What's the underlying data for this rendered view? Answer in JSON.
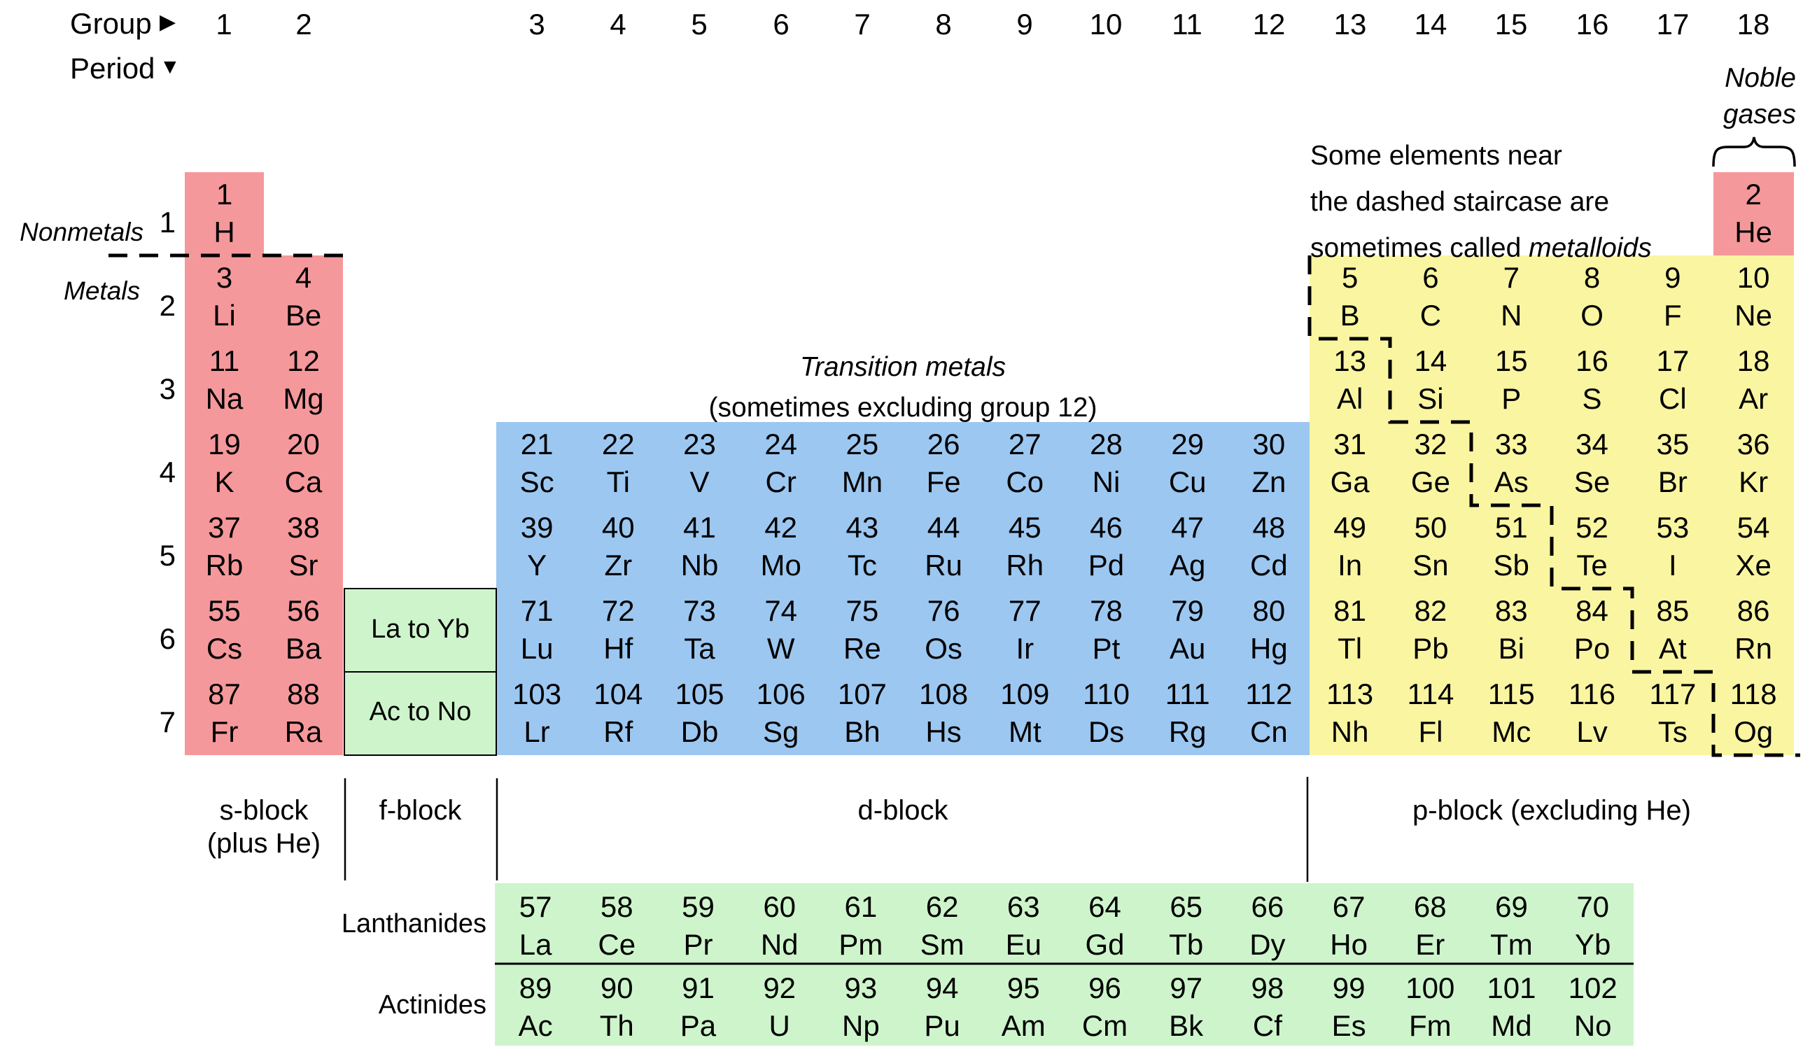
{
  "header": {
    "group_label": "Group",
    "group_arrow": "▶",
    "period_label": "Period",
    "period_arrow": "▼",
    "group_numbers": [
      "1",
      "2",
      "3",
      "4",
      "5",
      "6",
      "7",
      "8",
      "9",
      "10",
      "11",
      "12",
      "13",
      "14",
      "15",
      "16",
      "17",
      "18"
    ]
  },
  "period_numbers": [
    "1",
    "2",
    "3",
    "4",
    "5",
    "6",
    "7"
  ],
  "noble_gases": {
    "line1": "Noble",
    "line2": "gases"
  },
  "annotation": {
    "line1": "Some elements near",
    "line2": "the dashed staircase are",
    "line3_prefix": "sometimes called ",
    "line3_italic": "metalloids"
  },
  "side_labels": {
    "nonmetals": "Nonmetals",
    "metals": "Metals"
  },
  "transition": {
    "title": "Transition metals",
    "subtitle": "(sometimes excluding group 12)"
  },
  "f_cells": {
    "row6": "La to Yb",
    "row7": "Ac to No"
  },
  "block_labels": {
    "s_line1": "s-block",
    "s_line2": "(plus He)",
    "f": "f-block",
    "d": "d-block",
    "p": "p-block (excluding He)"
  },
  "series_labels": {
    "lanthanides": "Lanthanides",
    "actinides": "Actinides"
  },
  "colors": {
    "red": "#F5989B",
    "blue": "#9CC7F1",
    "yellow": "#FAF5A1",
    "green": "#CEF4CB",
    "line": "#000000"
  },
  "elements": {
    "s": [
      [
        {
          "n": 1,
          "sym": "H"
        }
      ],
      [
        {
          "n": 3,
          "sym": "Li"
        },
        {
          "n": 4,
          "sym": "Be"
        }
      ],
      [
        {
          "n": 11,
          "sym": "Na"
        },
        {
          "n": 12,
          "sym": "Mg"
        }
      ],
      [
        {
          "n": 19,
          "sym": "K"
        },
        {
          "n": 20,
          "sym": "Ca"
        }
      ],
      [
        {
          "n": 37,
          "sym": "Rb"
        },
        {
          "n": 38,
          "sym": "Sr"
        }
      ],
      [
        {
          "n": 55,
          "sym": "Cs"
        },
        {
          "n": 56,
          "sym": "Ba"
        }
      ],
      [
        {
          "n": 87,
          "sym": "Fr"
        },
        {
          "n": 88,
          "sym": "Ra"
        }
      ]
    ],
    "he": {
      "n": 2,
      "sym": "He"
    },
    "d": [
      [
        {
          "n": 21,
          "sym": "Sc"
        },
        {
          "n": 22,
          "sym": "Ti"
        },
        {
          "n": 23,
          "sym": "V"
        },
        {
          "n": 24,
          "sym": "Cr"
        },
        {
          "n": 25,
          "sym": "Mn"
        },
        {
          "n": 26,
          "sym": "Fe"
        },
        {
          "n": 27,
          "sym": "Co"
        },
        {
          "n": 28,
          "sym": "Ni"
        },
        {
          "n": 29,
          "sym": "Cu"
        },
        {
          "n": 30,
          "sym": "Zn"
        }
      ],
      [
        {
          "n": 39,
          "sym": "Y"
        },
        {
          "n": 40,
          "sym": "Zr"
        },
        {
          "n": 41,
          "sym": "Nb"
        },
        {
          "n": 42,
          "sym": "Mo"
        },
        {
          "n": 43,
          "sym": "Tc"
        },
        {
          "n": 44,
          "sym": "Ru"
        },
        {
          "n": 45,
          "sym": "Rh"
        },
        {
          "n": 46,
          "sym": "Pd"
        },
        {
          "n": 47,
          "sym": "Ag"
        },
        {
          "n": 48,
          "sym": "Cd"
        }
      ],
      [
        {
          "n": 71,
          "sym": "Lu"
        },
        {
          "n": 72,
          "sym": "Hf"
        },
        {
          "n": 73,
          "sym": "Ta"
        },
        {
          "n": 74,
          "sym": "W"
        },
        {
          "n": 75,
          "sym": "Re"
        },
        {
          "n": 76,
          "sym": "Os"
        },
        {
          "n": 77,
          "sym": "Ir"
        },
        {
          "n": 78,
          "sym": "Pt"
        },
        {
          "n": 79,
          "sym": "Au"
        },
        {
          "n": 80,
          "sym": "Hg"
        }
      ],
      [
        {
          "n": 103,
          "sym": "Lr"
        },
        {
          "n": 104,
          "sym": "Rf"
        },
        {
          "n": 105,
          "sym": "Db"
        },
        {
          "n": 106,
          "sym": "Sg"
        },
        {
          "n": 107,
          "sym": "Bh"
        },
        {
          "n": 108,
          "sym": "Hs"
        },
        {
          "n": 109,
          "sym": "Mt"
        },
        {
          "n": 110,
          "sym": "Ds"
        },
        {
          "n": 111,
          "sym": "Rg"
        },
        {
          "n": 112,
          "sym": "Cn"
        }
      ]
    ],
    "p": [
      [
        {
          "n": 5,
          "sym": "B"
        },
        {
          "n": 6,
          "sym": "C"
        },
        {
          "n": 7,
          "sym": "N"
        },
        {
          "n": 8,
          "sym": "O"
        },
        {
          "n": 9,
          "sym": "F"
        },
        {
          "n": 10,
          "sym": "Ne"
        }
      ],
      [
        {
          "n": 13,
          "sym": "Al"
        },
        {
          "n": 14,
          "sym": "Si"
        },
        {
          "n": 15,
          "sym": "P"
        },
        {
          "n": 16,
          "sym": "S"
        },
        {
          "n": 17,
          "sym": "Cl"
        },
        {
          "n": 18,
          "sym": "Ar"
        }
      ],
      [
        {
          "n": 31,
          "sym": "Ga"
        },
        {
          "n": 32,
          "sym": "Ge"
        },
        {
          "n": 33,
          "sym": "As"
        },
        {
          "n": 34,
          "sym": "Se"
        },
        {
          "n": 35,
          "sym": "Br"
        },
        {
          "n": 36,
          "sym": "Kr"
        }
      ],
      [
        {
          "n": 49,
          "sym": "In"
        },
        {
          "n": 50,
          "sym": "Sn"
        },
        {
          "n": 51,
          "sym": "Sb"
        },
        {
          "n": 52,
          "sym": "Te"
        },
        {
          "n": 53,
          "sym": "I"
        },
        {
          "n": 54,
          "sym": "Xe"
        }
      ],
      [
        {
          "n": 81,
          "sym": "Tl"
        },
        {
          "n": 82,
          "sym": "Pb"
        },
        {
          "n": 83,
          "sym": "Bi"
        },
        {
          "n": 84,
          "sym": "Po"
        },
        {
          "n": 85,
          "sym": "At"
        },
        {
          "n": 86,
          "sym": "Rn"
        }
      ],
      [
        {
          "n": 113,
          "sym": "Nh"
        },
        {
          "n": 114,
          "sym": "Fl"
        },
        {
          "n": 115,
          "sym": "Mc"
        },
        {
          "n": 116,
          "sym": "Lv"
        },
        {
          "n": 117,
          "sym": "Ts"
        },
        {
          "n": 118,
          "sym": "Og"
        }
      ]
    ],
    "lanthanides": [
      {
        "n": 57,
        "sym": "La"
      },
      {
        "n": 58,
        "sym": "Ce"
      },
      {
        "n": 59,
        "sym": "Pr"
      },
      {
        "n": 60,
        "sym": "Nd"
      },
      {
        "n": 61,
        "sym": "Pm"
      },
      {
        "n": 62,
        "sym": "Sm"
      },
      {
        "n": 63,
        "sym": "Eu"
      },
      {
        "n": 64,
        "sym": "Gd"
      },
      {
        "n": 65,
        "sym": "Tb"
      },
      {
        "n": 66,
        "sym": "Dy"
      },
      {
        "n": 67,
        "sym": "Ho"
      },
      {
        "n": 68,
        "sym": "Er"
      },
      {
        "n": 69,
        "sym": "Tm"
      },
      {
        "n": 70,
        "sym": "Yb"
      }
    ],
    "actinides": [
      {
        "n": 89,
        "sym": "Ac"
      },
      {
        "n": 90,
        "sym": "Th"
      },
      {
        "n": 91,
        "sym": "Pa"
      },
      {
        "n": 92,
        "sym": "U"
      },
      {
        "n": 93,
        "sym": "Np"
      },
      {
        "n": 94,
        "sym": "Pu"
      },
      {
        "n": 95,
        "sym": "Am"
      },
      {
        "n": 96,
        "sym": "Cm"
      },
      {
        "n": 97,
        "sym": "Bk"
      },
      {
        "n": 98,
        "sym": "Cf"
      },
      {
        "n": 99,
        "sym": "Es"
      },
      {
        "n": 100,
        "sym": "Fm"
      },
      {
        "n": 101,
        "sym": "Md"
      },
      {
        "n": 102,
        "sym": "No"
      }
    ]
  }
}
